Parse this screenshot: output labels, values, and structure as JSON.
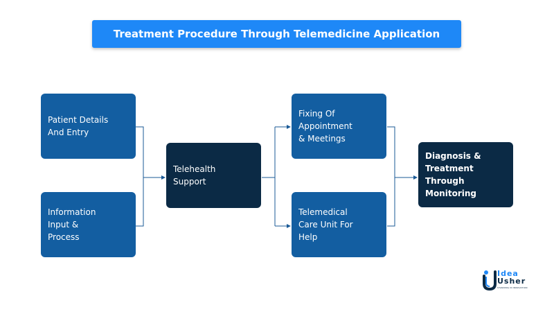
{
  "title": "Treatment Procedure Through Telemedicine Application",
  "nodes": {
    "patient_details": "Patient Details\nAnd Entry",
    "information_input": "Information\nInput &\nProcess",
    "telehealth_support": "Telehealth\nSupport",
    "fixing_appointment": "Fixing Of\nAppointment\n& Meetings",
    "telemedical_care": "Telemedical\nCare Unit For\nHelp",
    "diagnosis_treatment": "Diagnosis &\nTreatment\nThrough Monitoring"
  },
  "logo": {
    "line1": "Idea",
    "line2": "Usher",
    "tagline": "STANDING IN INNOVATION"
  },
  "colors": {
    "title_bar": "#1e88f7",
    "box_primary": "#135ea1",
    "box_dark": "#0b2a45",
    "connector": "#1a5a96",
    "logo_accent": "#1e88f7"
  },
  "icons": [
    "arrow-right-icon",
    "idea-usher-logo-icon"
  ]
}
